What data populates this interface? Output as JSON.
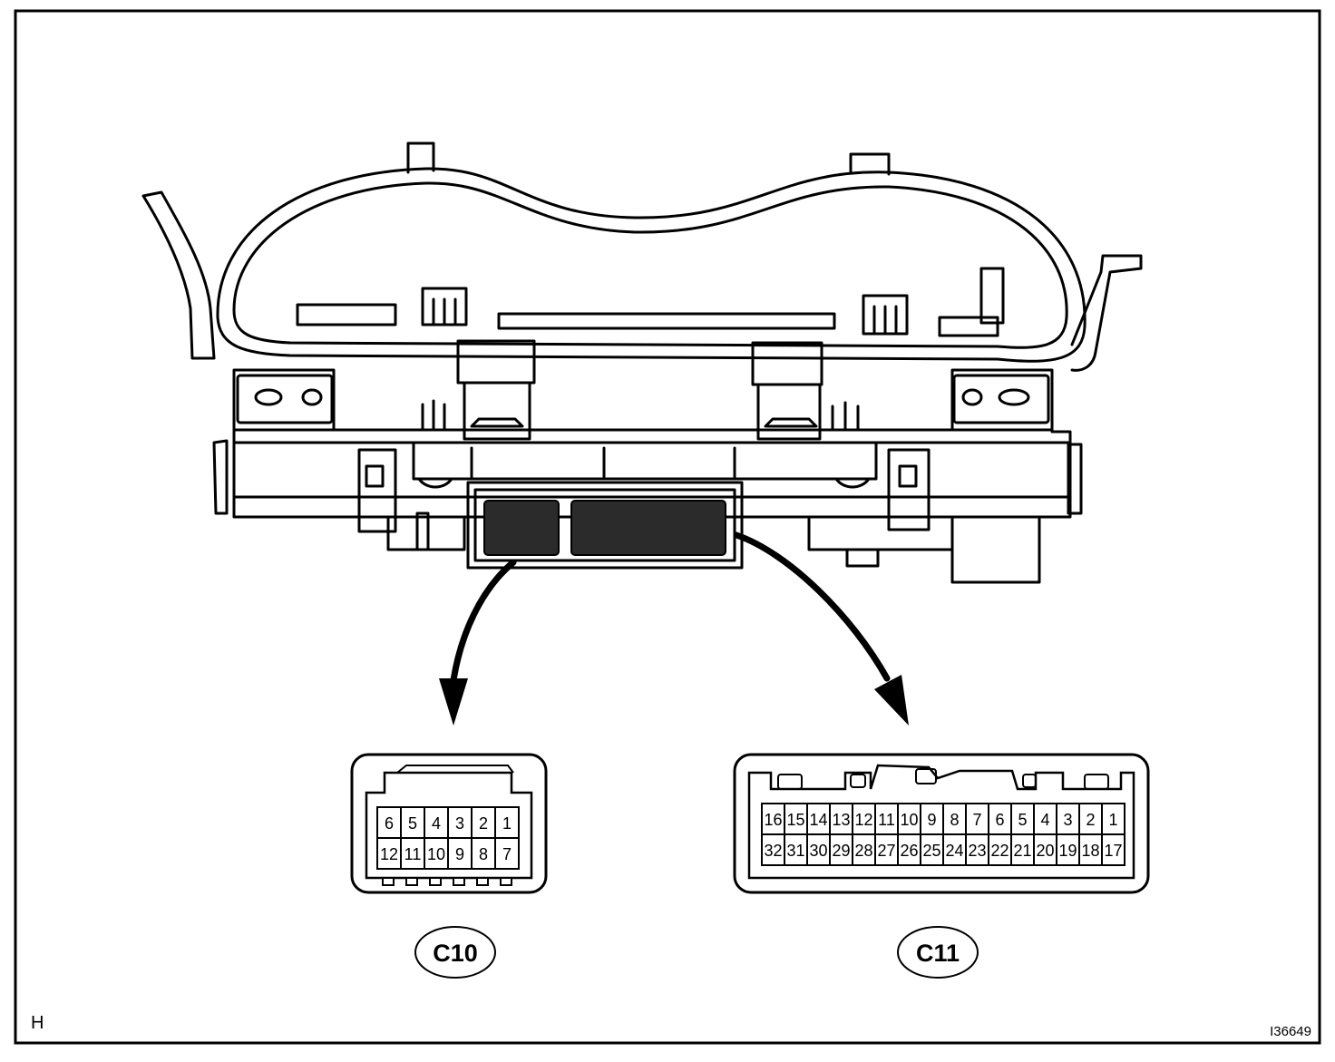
{
  "corner_letter": "H",
  "figure_id": "I36649",
  "connectors": [
    {
      "name": "c10",
      "label": "C10",
      "rows": [
        [
          "6",
          "5",
          "4",
          "3",
          "2",
          "1"
        ],
        [
          "12",
          "11",
          "10",
          "9",
          "8",
          "7"
        ]
      ]
    },
    {
      "name": "c11",
      "label": "C11",
      "rows": [
        [
          "16",
          "15",
          "14",
          "13",
          "12",
          "11",
          "10",
          "9",
          "8",
          "7",
          "6",
          "5",
          "4",
          "3",
          "2",
          "1"
        ],
        [
          "32",
          "31",
          "30",
          "29",
          "28",
          "27",
          "26",
          "25",
          "24",
          "23",
          "22",
          "21",
          "20",
          "19",
          "18",
          "17"
        ]
      ]
    }
  ]
}
